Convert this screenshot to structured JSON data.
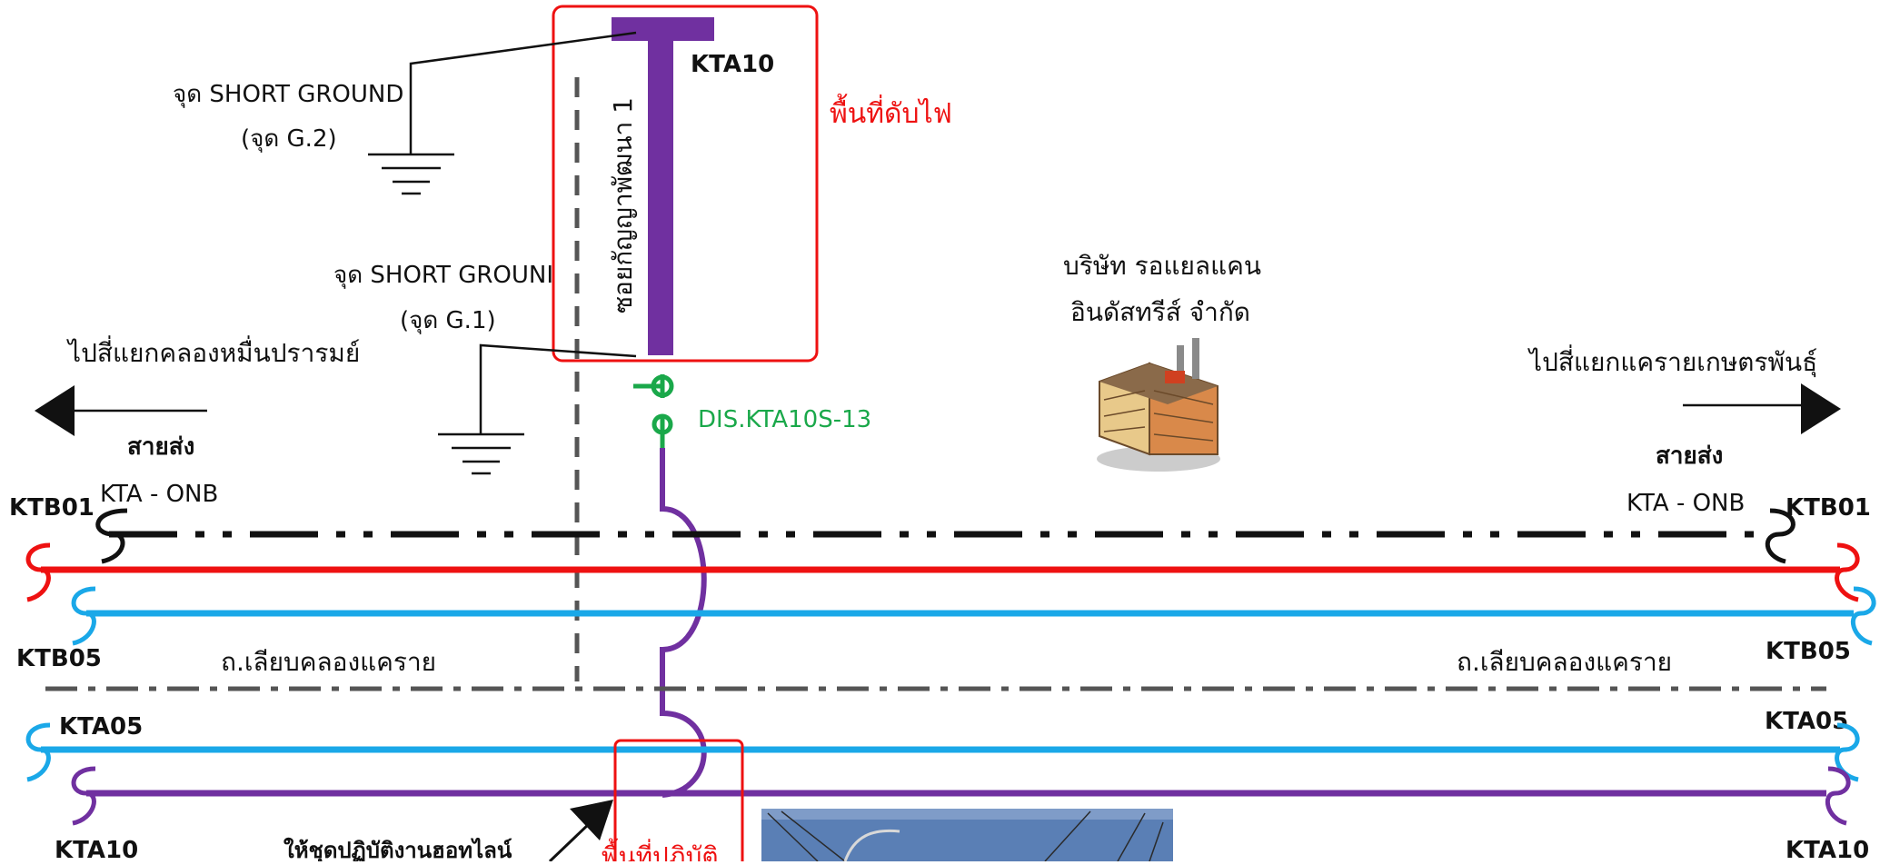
{
  "feeder_top": {
    "name": "KTA10",
    "soi_name": "ซอยกัญญาพัฒนา 1",
    "outage_zone_label": "พื้นที่ดับไฟ"
  },
  "grounds": [
    {
      "label": "จุด SHORT GROUND",
      "sublabel": "(จุด G.2)"
    },
    {
      "label": "จุด SHORT GROUNI",
      "sublabel": "(จุด G.1)"
    }
  ],
  "switch": {
    "label": "DIS.KTA10S-13"
  },
  "factory": {
    "name_line1": "บริษัท รอแยลแคน",
    "name_line2": "อินดัสทรีส์ จำกัด"
  },
  "directions": {
    "left": "ไปสี่แยกคลองหมื่นปรารมย์",
    "right": "ไปสี่แยกแคราย​เกษตรพันธุ์"
  },
  "transmission": {
    "left_title": "สายส่ง",
    "left_name": "KTA - ONB",
    "right_title": "สายส่ง",
    "right_name": "KTA - ONB"
  },
  "feeders": {
    "ktb01_left": "KTB01",
    "ktb01_right": "KTB01",
    "ktb05_left": "KTB05",
    "ktb05_right": "KTB05",
    "kta05_left": "KTA05",
    "kta05_right": "KTA05",
    "kta10_left": "KTA10",
    "kta10_right": "KTA10"
  },
  "roads": {
    "left": "ถ.เลียบคลองแคราย",
    "right": "ถ.เลียบคลองแคราย"
  },
  "hotline": {
    "instruction": "ให้ชุดปฏิบัติงานฮอทไลน์",
    "work_zone": "พื้นที่ปฏิบัติ"
  },
  "colors": {
    "red": "#ee1111",
    "blue": "#1aa8e8",
    "purple": "#7030a0",
    "green": "#1aa84a",
    "black": "#111111",
    "gray": "#555555"
  }
}
